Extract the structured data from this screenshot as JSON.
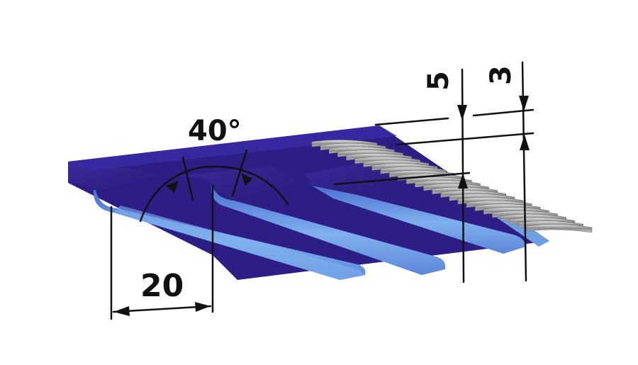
{
  "labels": {
    "angle": "40°",
    "pitch": "20",
    "total_height": "5",
    "tooth_height": "3"
  },
  "colors": {
    "belt_top": "#2d1e86",
    "belt_edge": "#3b2aa3",
    "belt_side": "#6f9fe0",
    "cord": "#9a9a9a",
    "dimension_line": "#111111"
  }
}
